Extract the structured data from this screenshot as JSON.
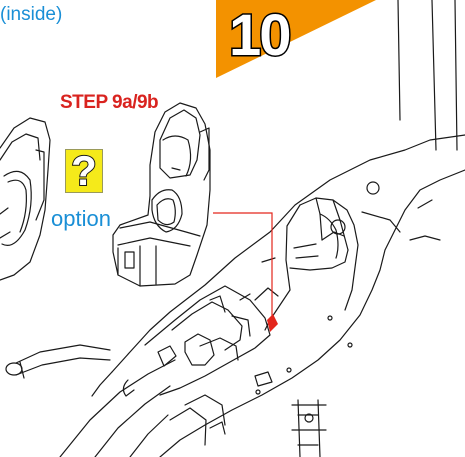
{
  "instruction": {
    "inside_label": "(inside)",
    "step_number": "10",
    "step_reference": "STEP 9a/9b",
    "option_label": "option",
    "option_icon": "question-mark-icon"
  },
  "colors": {
    "step_badge": "#f39200",
    "step_reference": "#d9231f",
    "option_text": "#1a8fd6",
    "option_icon_fill": "#f5ea1a",
    "leader_line": "#e3261c"
  }
}
